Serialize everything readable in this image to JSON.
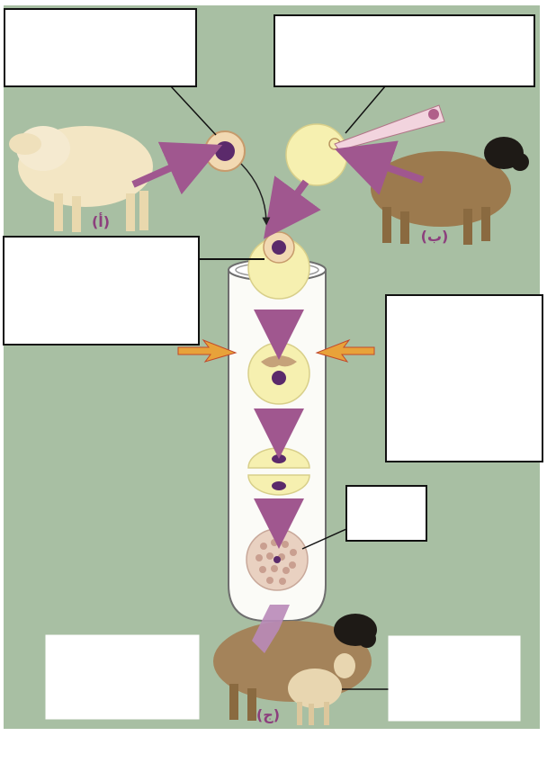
{
  "diagram": {
    "title": "",
    "labels": {
      "sheep_a": "(أ)",
      "sheep_b": "(ب)",
      "sheep_c": "(ج)"
    },
    "blank_boxes": [
      {
        "id": "box-top-left",
        "text": ""
      },
      {
        "id": "box-top-right",
        "text": ""
      },
      {
        "id": "box-mid-left",
        "text": ""
      },
      {
        "id": "box-mid-right",
        "text": ""
      },
      {
        "id": "box-small-right",
        "text": ""
      },
      {
        "id": "box-bottom-left",
        "text": ""
      },
      {
        "id": "box-bottom-right",
        "text": ""
      }
    ],
    "colors": {
      "background": "#a8bfa3",
      "arrow": "#a0578f",
      "cell_fill": "#f6f0b0",
      "nucleus": "#5b2a6b",
      "sheep_white": "#f3e6c4",
      "sheep_brown": "#9c7a4e",
      "sheep_head_dark": "#1e1a16",
      "spark": "#e8a23a"
    }
  }
}
